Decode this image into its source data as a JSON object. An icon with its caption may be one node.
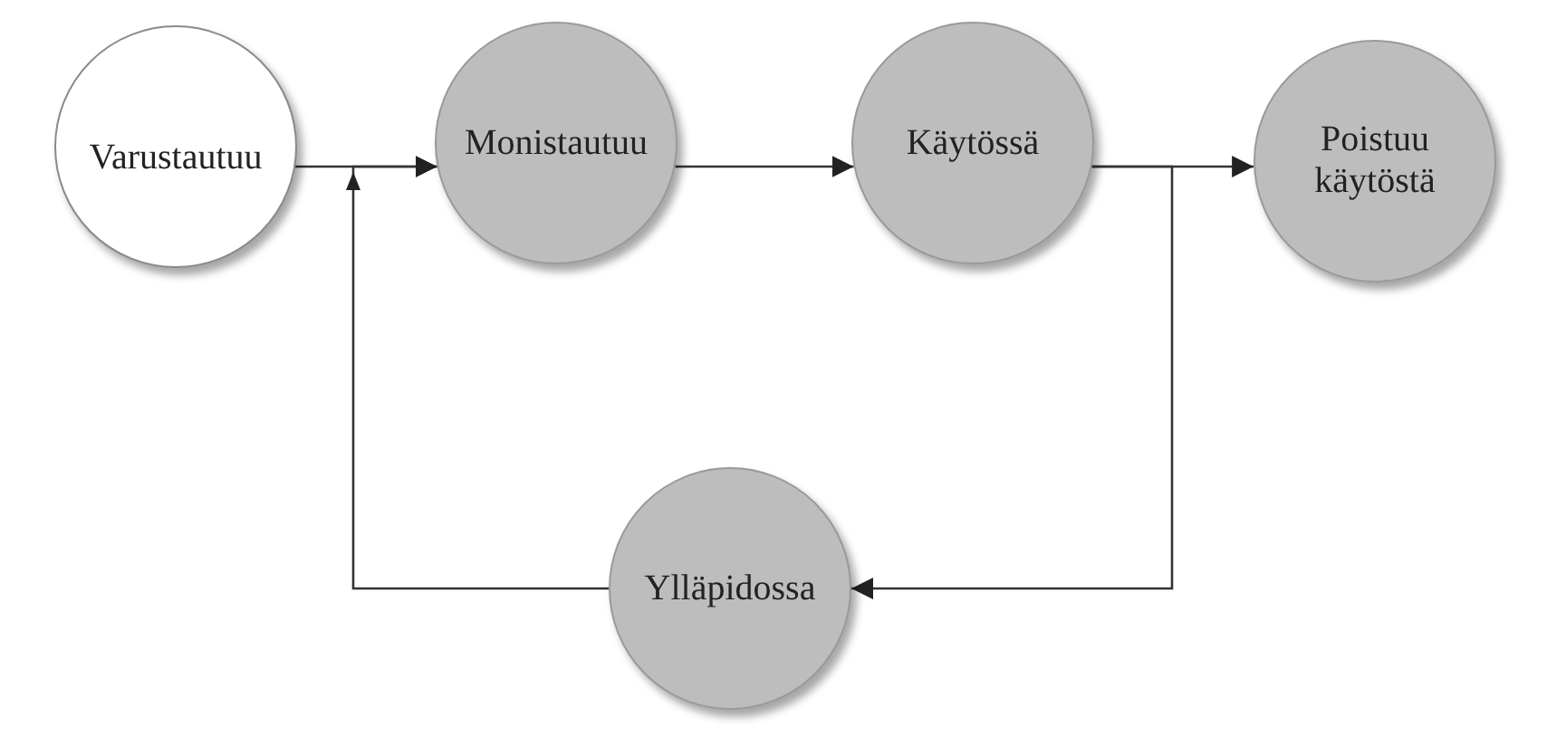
{
  "diagram": {
    "nodes": [
      {
        "text": [
          "Varustautuu"
        ]
      },
      {
        "text": [
          "Monistautuu"
        ]
      },
      {
        "text": [
          "Käytössä"
        ]
      },
      {
        "text": [
          "Poistuu käytöstä"
        ]
      },
      {
        "text": [
          "Ylläpidossa"
        ]
      }
    ],
    "edges": [
      {
        "from": 0,
        "to": 1,
        "arrow": "to"
      },
      {
        "from": 1,
        "to": 2,
        "arrow": "to"
      },
      {
        "from": 2,
        "to": 3,
        "arrow": "to"
      },
      {
        "from": 2,
        "to": 4,
        "arrow": "to"
      },
      {
        "from": 4,
        "to": 1,
        "arrow": "to"
      }
    ]
  }
}
